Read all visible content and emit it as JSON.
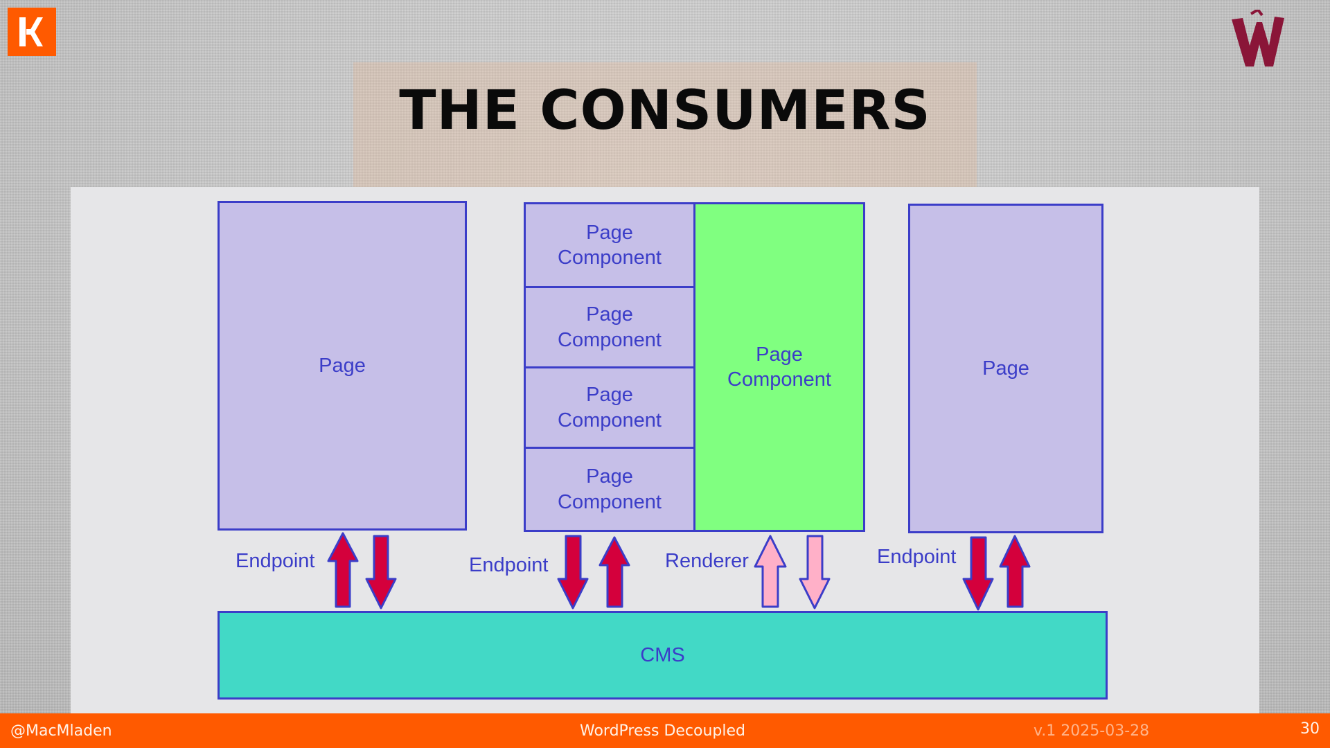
{
  "slide": {
    "title": "THE CONSUMERS",
    "logo_left": "k-logo-icon",
    "logo_right": "w-logo-icon"
  },
  "diagram": {
    "left_page": "Page",
    "components": [
      "Page\nComponent",
      "Page\nComponent",
      "Page\nComponent",
      "Page\nComponent"
    ],
    "green_component": "Page\nComponent",
    "right_page": "Page",
    "cms": "CMS",
    "label_endpoint_1": "Endpoint",
    "label_endpoint_2": "Endpoint",
    "label_renderer": "Renderer",
    "label_endpoint_3": "Endpoint",
    "colors": {
      "page_fill": "#c6bfe8",
      "green_fill": "#80ff80",
      "cms_fill": "#42d9c6",
      "border": "#3b3dc8",
      "arrow_red": "#d4003c",
      "arrow_pink": "#ffb0c8"
    }
  },
  "footer": {
    "handle": "@MacMladen",
    "talk": "WordPress Decoupled",
    "version": "v.1 2025-03-28",
    "page": "30",
    "color": "#ff5a00"
  }
}
